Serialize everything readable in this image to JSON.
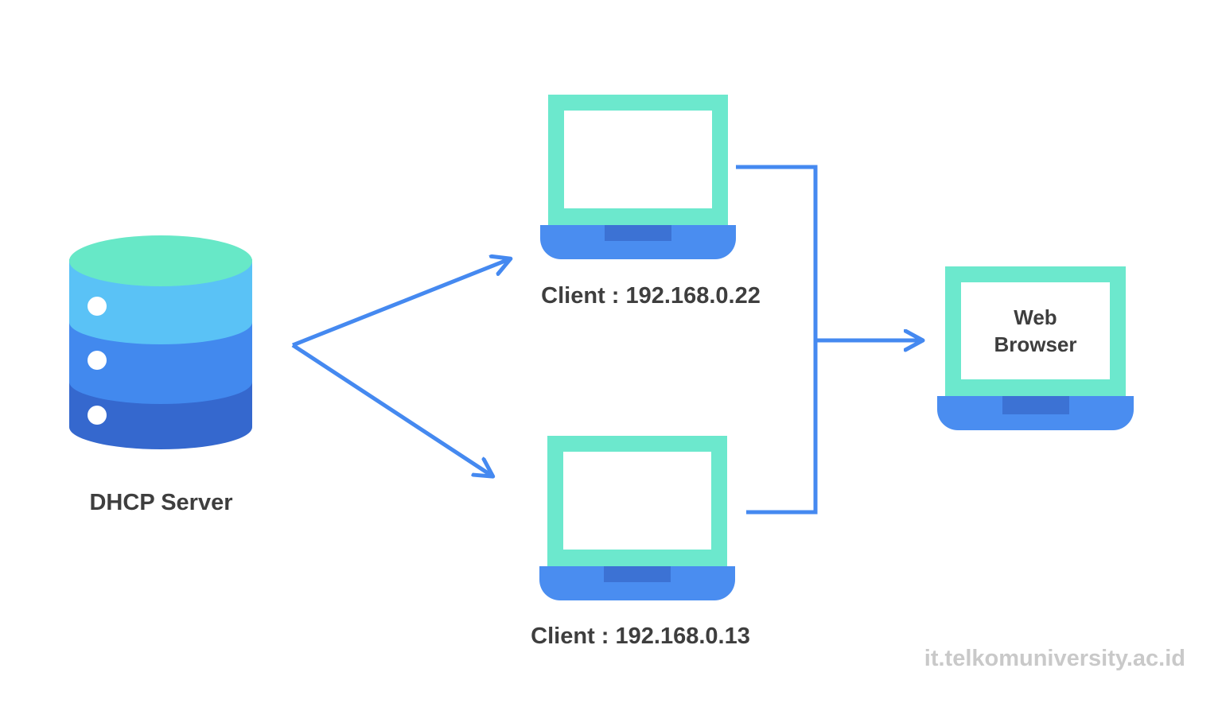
{
  "diagram": {
    "watermark": "it.telkomuniversity.ac.id",
    "nodes": {
      "dhcp_server": {
        "label": "DHCP Server",
        "kind": "database-cylinder"
      },
      "client_top": {
        "label": "Client : 192.168.0.22",
        "kind": "laptop"
      },
      "client_bottom": {
        "label": "Client : 192.168.0.13",
        "kind": "laptop"
      },
      "web_browser": {
        "screen_label": "Web Browser",
        "kind": "laptop"
      }
    },
    "edges": [
      {
        "from": "dhcp_server",
        "to": "client_top",
        "style": "straight-arrow"
      },
      {
        "from": "dhcp_server",
        "to": "client_bottom",
        "style": "straight-arrow"
      },
      {
        "from": "client_top",
        "to": "web_browser",
        "style": "elbow-to-bus"
      },
      {
        "from": "client_bottom",
        "to": "web_browser",
        "style": "elbow-to-bus"
      },
      {
        "from": "bus",
        "to": "web_browser",
        "style": "straight-arrow"
      }
    ],
    "colors": {
      "cylinder_top_teal": "#67e8c7",
      "cylinder_band_light": "#5ac2f6",
      "cylinder_band_mid": "#4289ee",
      "cylinder_band_dark": "#3568ce",
      "laptop_bezel_mint": "#6ce8cd",
      "laptop_base_blue": "#4a8df0",
      "laptop_trackpad_blue": "#3c72d4",
      "connector_blue": "#4589f0",
      "label_dark": "#3e3e3e",
      "watermark_gray": "#c9c9c9",
      "background": "#ffffff"
    }
  }
}
